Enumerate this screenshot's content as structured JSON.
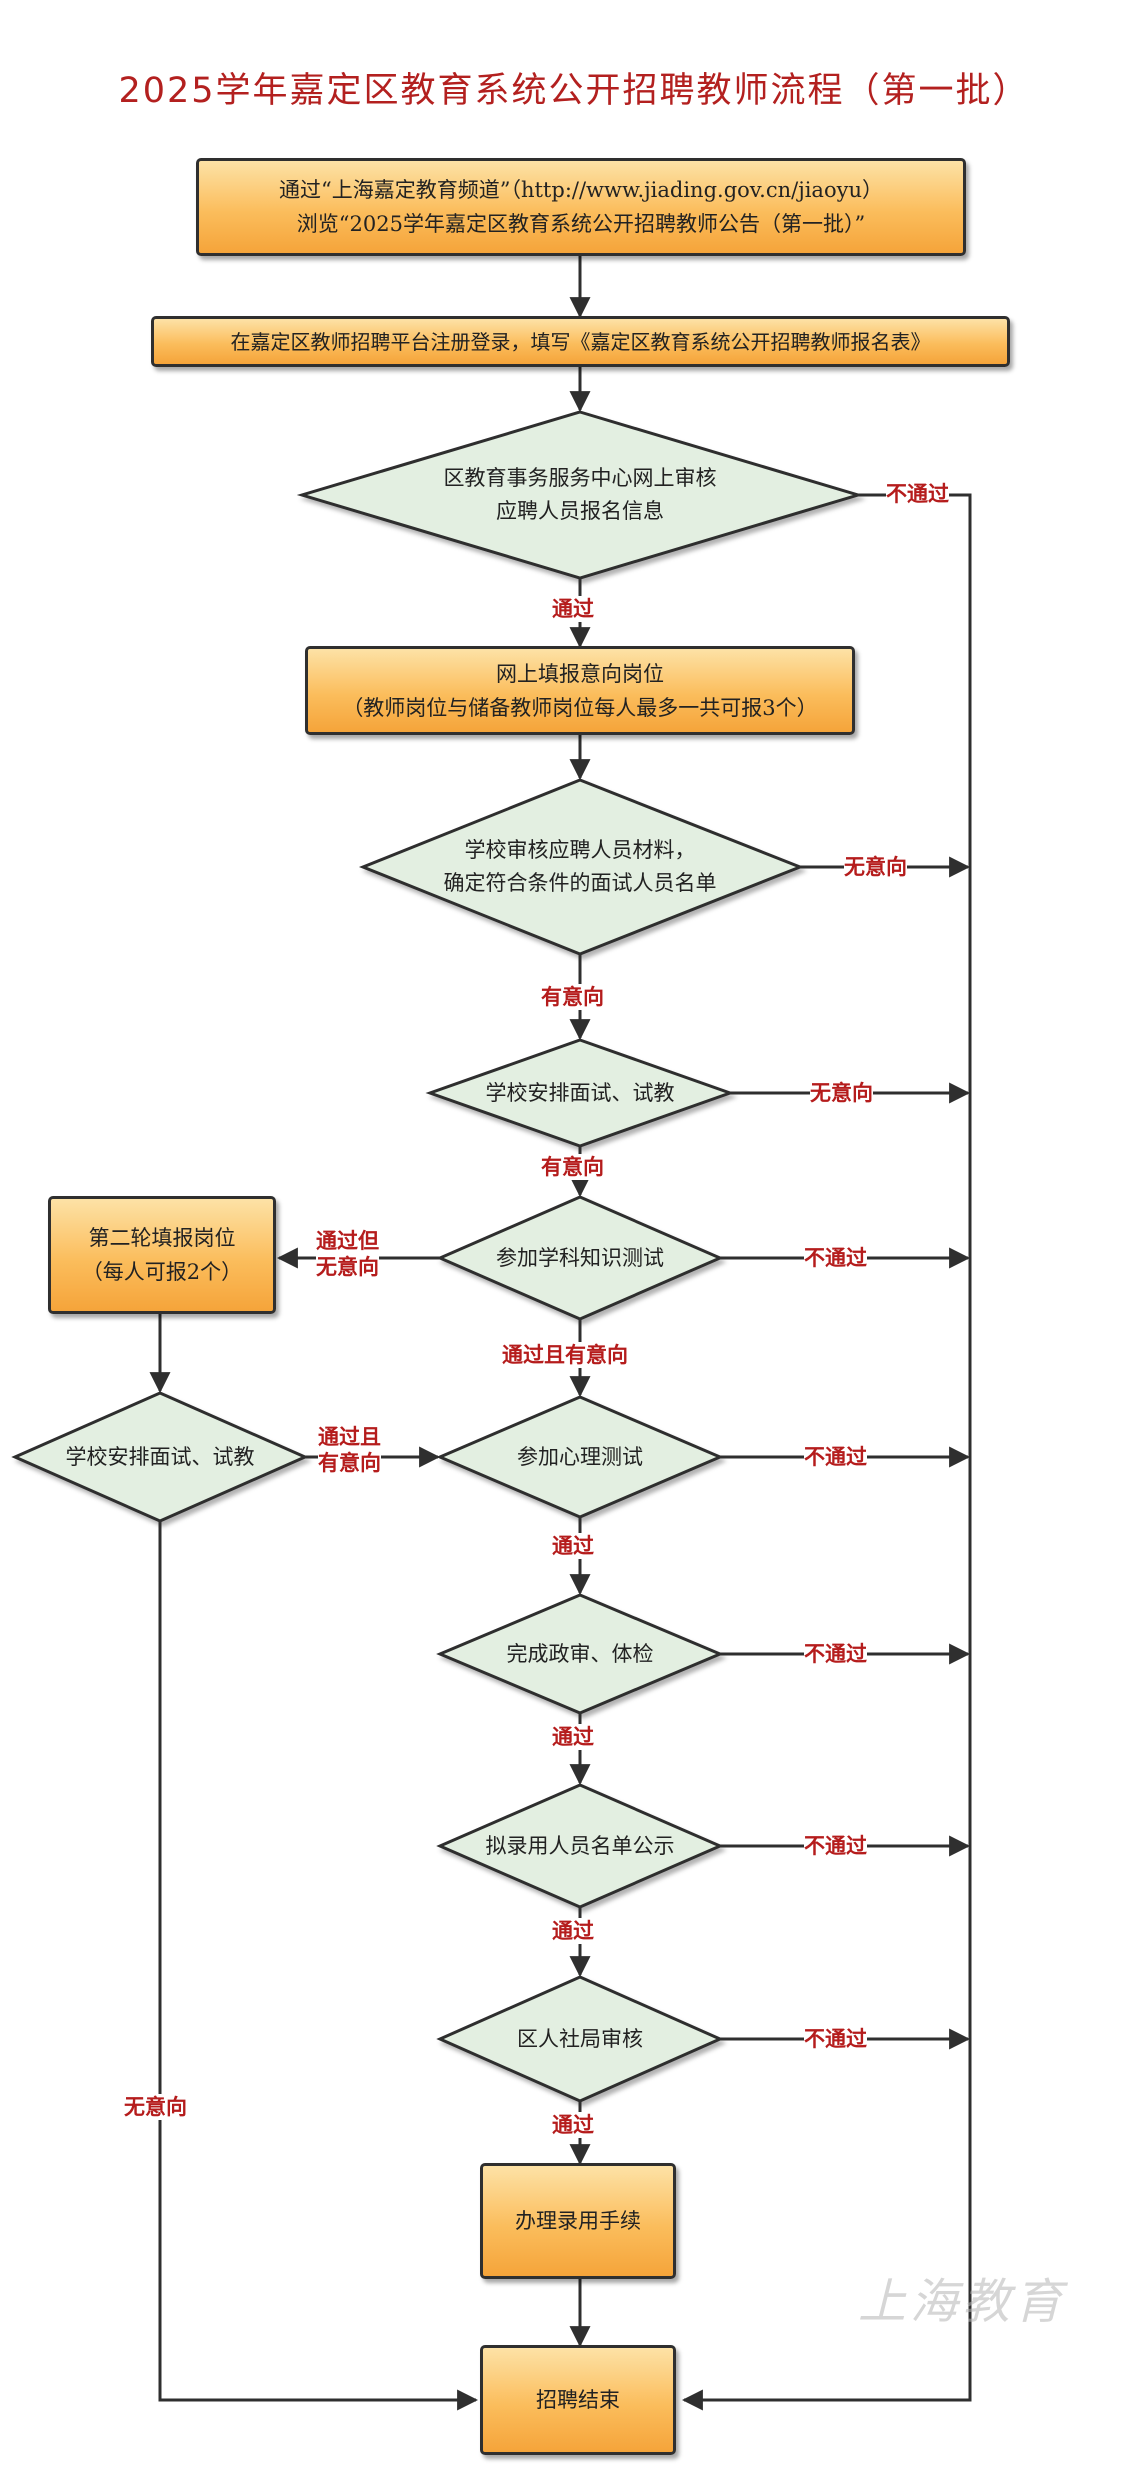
{
  "title": "2025学年嘉定区教育系统公开招聘教师流程（第一批）",
  "nodes": {
    "n1_line1": "通过“上海嘉定教育频道”（http://www.jiading.gov.cn/jiaoyu）",
    "n1_line2": "浏览“2025学年嘉定区教育系统公开招聘教师公告（第一批）”",
    "n2": "在嘉定区教师招聘平台注册登录，填写《嘉定区教育系统公开招聘教师报名表》",
    "d1_line1": "区教育事务服务中心网上审核",
    "d1_line2": "应聘人员报名信息",
    "n3_line1": "网上填报意向岗位",
    "n3_line2": "（教师岗位与储备教师岗位每人最多一共可报3个）",
    "d2_line1": "学校审核应聘人员材料，",
    "d2_line2": "确定符合条件的面试人员名单",
    "d3": "学校安排面试、试教",
    "d4": "参加学科知识测试",
    "n_second_line1": "第二轮填报岗位",
    "n_second_line2": "（每人可报2个）",
    "d_left": "学校安排面试、试教",
    "d5": "参加心理测试",
    "d6": "完成政审、体检",
    "d7": "拟录用人员名单公示",
    "d8": "区人社局审核",
    "n4": "办理录用手续",
    "n5": "招聘结束"
  },
  "edges": {
    "e_fail_1": "不通过",
    "e_pass_1": "通过",
    "e_nointent_1": "无意向",
    "e_intent_1": "有意向",
    "e_nointent_2": "无意向",
    "e_intent_2": "有意向",
    "e_pass_nointent_line1": "通过但",
    "e_pass_nointent_line2": "无意向",
    "e_fail_2": "不通过",
    "e_pass_intent": "通过且有意向",
    "e_left_intent_line1": "通过且",
    "e_left_intent_line2": "有意向",
    "e_fail_3": "不通过",
    "e_pass_2": "通过",
    "e_fail_4": "不通过",
    "e_pass_3": "通过",
    "e_fail_5": "不通过",
    "e_pass_4": "通过",
    "e_fail_6": "不通过",
    "e_pass_5": "通过",
    "e_left_nointent": "无意向"
  },
  "watermark": "上海教育"
}
